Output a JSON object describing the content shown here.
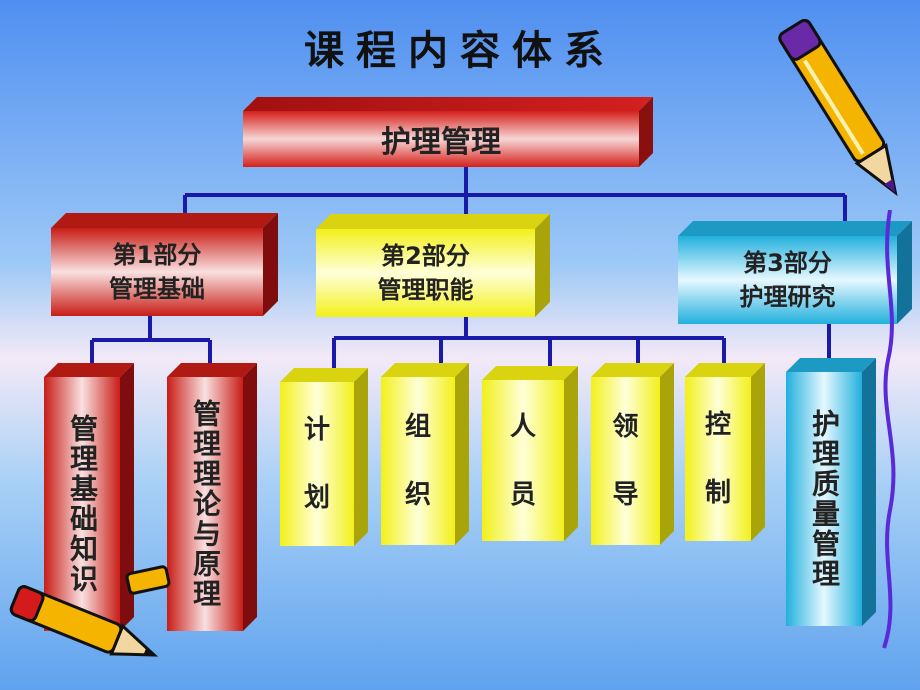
{
  "title": "课程内容体系",
  "root": {
    "label": "护理管理"
  },
  "parts": [
    {
      "label": "第1部分\n管理基础",
      "children": [
        "管理基础知识",
        "管理理论与原理"
      ]
    },
    {
      "label": "第2部分\n管理职能",
      "children": [
        "计\n\n划",
        "组\n\n织",
        "人\n\n员",
        "领\n\n导",
        "控\n\n制"
      ]
    },
    {
      "label": "第3部分\n护理研究",
      "children": [
        "护理质量管理"
      ]
    }
  ],
  "colors": {
    "red": "#d9221a",
    "yellow": "#f4f21a",
    "cyan": "#28b4e0",
    "line": "#1a1aa8"
  }
}
